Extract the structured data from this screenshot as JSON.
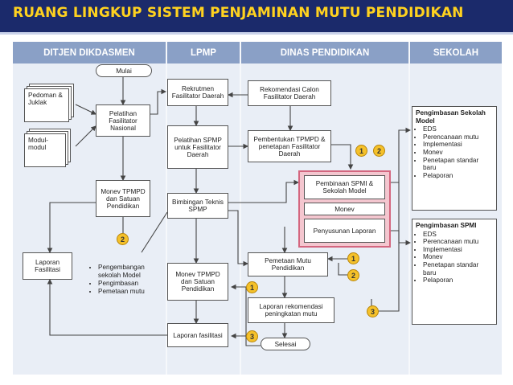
{
  "title": "RUANG LINGKUP SISTEM PENJAMINAN MUTU PENDIDIKAN",
  "lanes": [
    "DITJEN DIKDASMEN",
    "LPMP",
    "DINAS PENDIDIKAN",
    "SEKOLAH"
  ],
  "nodes": {
    "mulai": "Mulai",
    "pedoman": "Pedoman & Juklak",
    "modul": "Modul-modul",
    "pelatihan_nasional": "Pelatihan Fasilitator Nasional",
    "monev_ditjen": "Monev TPMPD dan Satuan Pendidikan",
    "laporan_fasilitasi_ditjen": "Laporan Fasilitasi",
    "rekrutmen": "Rekrutmen Fasilitator Daerah",
    "pelatihan_spmp": "Pelatihan SPMP untuk Fasilitator Daerah",
    "bimbingan": "Bimbingan Teknis SPMP",
    "monev_lpmp": "Monev TPMPD dan Satuan Pendidikan",
    "laporan_fasilitasi_lpmp": "Laporan fasilitasi",
    "rekomendasi": "Rekomendasi Calon Fasilitator Daerah",
    "pembentukan": "Pembentukan TPMPD & penetapan Fasilitator Daerah",
    "pembinaan": "Pembinaan SPMI & Sekolah Model",
    "monev_dinas": "Monev",
    "penyusunan": "Penyusunan Laporan",
    "pemetaan": "Pemetaan Mutu Pendidikan",
    "laporan_rekomendasi": "Laporan rekomendasi peningkatan mutu",
    "selesai": "Selesai"
  },
  "ditjen_bullets": [
    "Pengembangan sekolah Model",
    "Pengimbasan",
    "Pemetaan mutu"
  ],
  "sekolah_model": {
    "heading": "Pengimbasan Sekolah Model",
    "items": [
      "EDS",
      "Perencanaan mutu",
      "Implementasi",
      "Monev",
      "Penetapan standar baru",
      "Pelaporan"
    ]
  },
  "sekolah_spmi": {
    "heading": "Pengimbasan SPMI",
    "items": [
      "EDS",
      "Perencanaan mutu",
      "Implementasi",
      "Monev",
      "Penetapan standar baru",
      "Pelaporan"
    ]
  },
  "badges": {
    "b1": "1",
    "b2": "2",
    "b3": "3"
  },
  "colors": {
    "title_bg": "#1b2a6b",
    "title_text": "#ffd21f",
    "lane_header": "#8aa0c6",
    "badge": "#f5c12a",
    "highlight": "#f4c6cf"
  }
}
